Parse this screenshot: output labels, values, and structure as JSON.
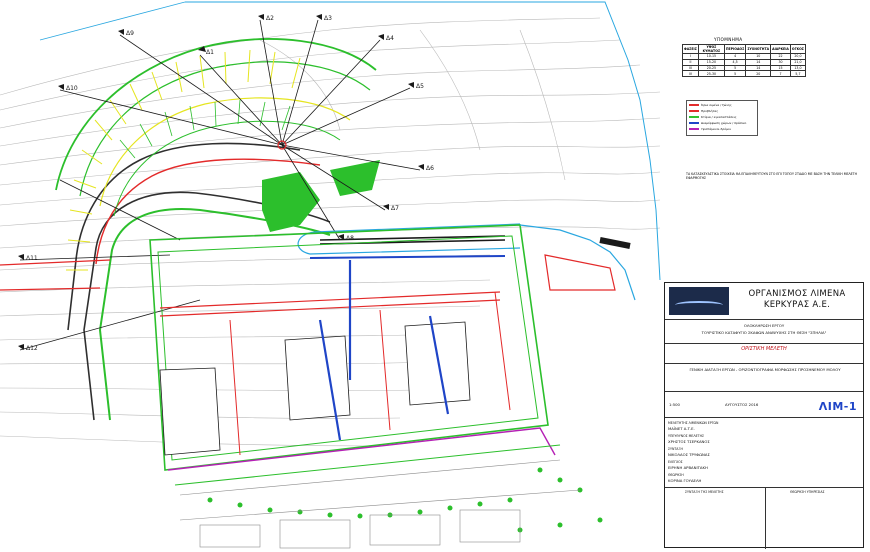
{
  "legend": {
    "title": "ΥΠΟΜΝΗΜΑ",
    "table_headers": [
      "ΦΑΣΕΙΣ",
      "ΥΨΟΣ ΚΥΜΑΤΟΣ",
      "ΠΕΡΙΟΔΟΣ",
      "ΣΥΧΝΟΤΗΤΑ",
      "ΔΙΑΡΚΕΙΑ",
      "ΟΓΚΟΣ"
    ],
    "rows": [
      [
        "I",
        "10-15",
        "4",
        "10",
        "22",
        "20,0"
      ],
      [
        "II",
        "15-20",
        "4,5",
        "14",
        "30",
        "21,0"
      ],
      [
        "III",
        "20-25",
        "5",
        "14",
        "15",
        "13,0"
      ],
      [
        "IV",
        "25-30",
        "5",
        "20",
        "7",
        "5,7"
      ]
    ],
    "items": [
      {
        "label": "Όρια λιμένα / ζώνης",
        "color": "#e22c2c"
      },
      {
        "label": "Προβλήτας",
        "color": "#e22c2c"
      },
      {
        "label": "Κτίρια / εγκαταστάσεις",
        "color": "#31c331"
      },
      {
        "label": "Διαμόρφωση χώρων / πράσινο",
        "color": "#1f45c7"
      },
      {
        "label": "Υφιστάμενοι δρόμοι",
        "color": "#b520b5"
      }
    ]
  },
  "note": "ΤΑ ΚΑΤΑΣΚΕΥΑΣΤΙΚΑ ΣΤΟΙΧΕΙΑ ΘΑ ΕΠΑΛΗΘΕΥΤΟΥΝ ΣΤΟ ΕΠΙ ΤΟΠΟΥ ΣΤΑΔΙΟ ΜΕ ΒΑΣΗ ΤΗΝ ΤΕΛΙΚΗ ΜΕΛΕΤΗ ΕΦΑΡΜΟΓΗΣ",
  "title_block": {
    "organization": "ΟΡΓΑΝΙΣΜΟΣ ΛΙΜΕΝΑ ΚΕΡΚΥΡΑΣ Α.Ε.",
    "project_header": "ΟΛΟΚΛΗΡΩΣΗ ΕΡΓΟΥ",
    "project_name": "ΤΟΥΡΙΣΤΙΚΟ ΚΑΤΑΦΥΓΙΟ ΣΚΑΦΩΝ ΑΝΑΨΥΧΗΣ ΣΤΗ ΘΕΣΗ \"ΣΠΗΛΙΑ\"",
    "study_type": "ΟΡΙΣΤΙΚΗ ΜΕΛΕΤΗ",
    "drawing_title": "ΓΕΝΙΚΗ ΔΙΑΤΑΞΗ ΕΡΓΩΝ - ΟΡΙΖΟΝΤΙΟΓΡΑΦΙΑ ΜΟΡΦΩΣΗΣ ΠΡΟΣΗΝΕΜΟΥ ΜΟΛΟΥ",
    "scale": "1:500",
    "date": "ΑΥΓΟΥΣΤΟΣ 2016",
    "drawing_code": "ΛΙΜ-1",
    "designers": [
      {
        "role": "ΜΕΛΕΤΗΤΗΣ ΛΙΜΕΝΙΚΩΝ ΕΡΓΩΝ",
        "name": "ΜΑΪΝΕΤ Α.Τ.Ε."
      },
      {
        "role": "ΥΠΕΥΘΥΝΟΣ ΜΕΛΕΤΗΣ",
        "name": "ΧΡΗΣΤΟΣ ΤΣΕΡΚΑΝΟΣ"
      },
      {
        "role": "ΣΥΝΤΑΞΗ",
        "name": "ΝΙΚΟΛΑΟΣ ΤΡΥΦΩΝΑΣ"
      },
      {
        "role": "ΕΛΕΓΧΟΣ",
        "name": "ΕΙΡΗΝΗ ΑΡΒΑΝΙΤΑΚΗ"
      },
      {
        "role": "ΘΕΩΡΗΣΗ",
        "name": "ΚΟΡΙΝΑ ΓΟΥΔΕΛΗ"
      }
    ],
    "footer_left": "ΣΥΝΤΑΞΗ ΤΗΣ ΜΕΛΕΤΗΣ",
    "footer_right": "ΘΕΩΡΗΣΗ ΥΠΗΡΕΣΙΑΣ"
  },
  "section_labels": [
    "Δ1",
    "Δ2",
    "Δ3",
    "Δ4",
    "Δ5",
    "Δ6",
    "Δ7",
    "Δ8",
    "Δ9",
    "Δ10",
    "Δ11",
    "Δ12"
  ],
  "colors": {
    "breakwater": "#2f2f2f",
    "green": "#2cbf2c",
    "yellow": "#e5e520",
    "red": "#e32a2a",
    "blue": "#1f45c7",
    "cyan": "#2aa7e0",
    "magenta": "#b520b5"
  }
}
